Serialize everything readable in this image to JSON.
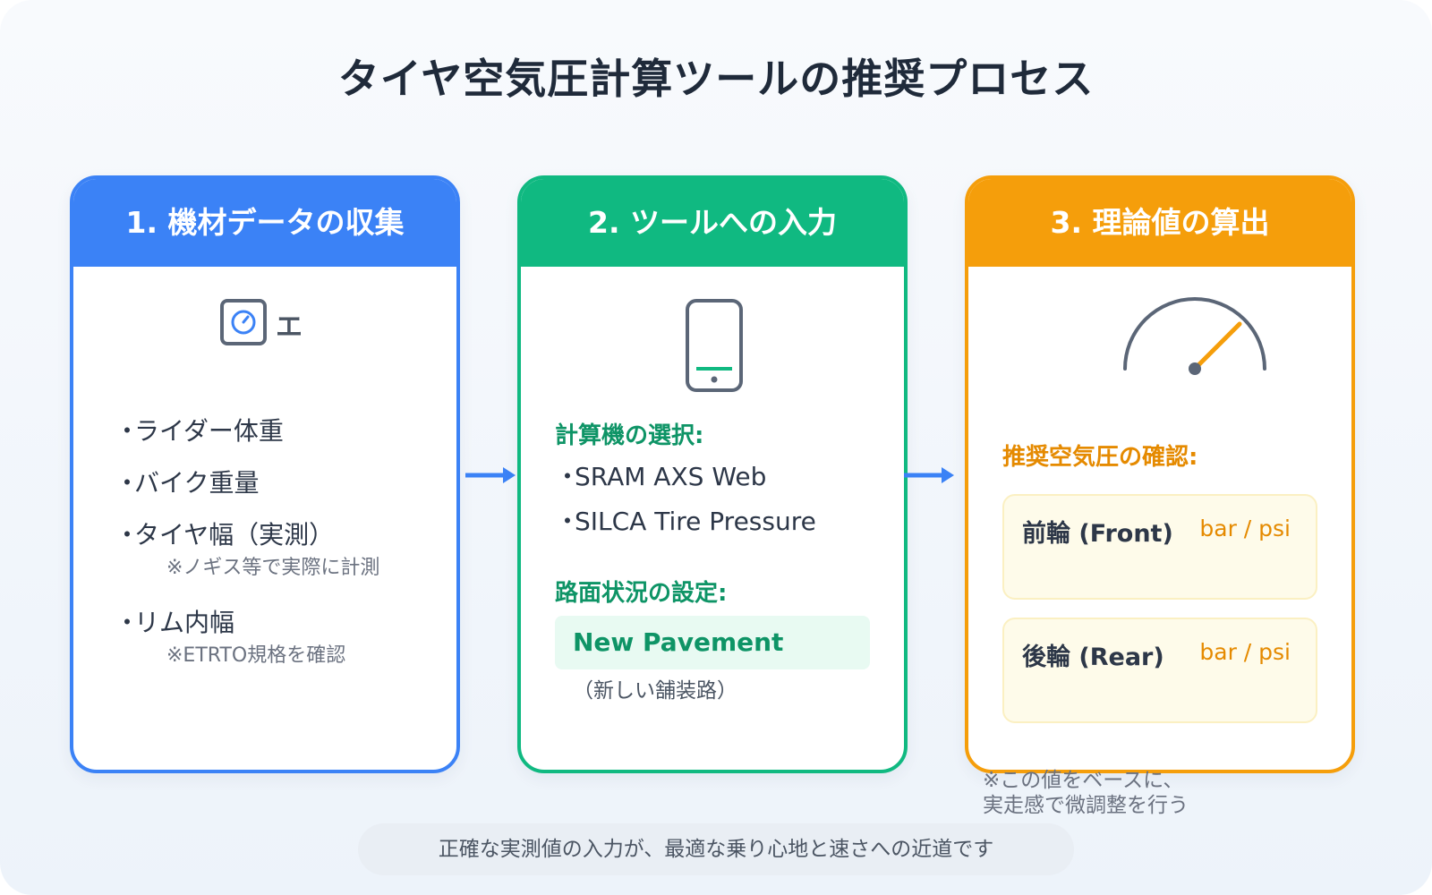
{
  "title": "タイヤ空気圧計算ツールの推奨プロセス",
  "colors": {
    "step1": "#3b82f6",
    "step2": "#10b981",
    "step3": "#f59e0b"
  },
  "step1": {
    "header": "1. 機材データの収集",
    "icon": "scale-icon",
    "icon_label": "エ",
    "items": [
      {
        "bullet": "・",
        "text": "ライダー体重"
      },
      {
        "bullet": "・",
        "text": "バイク重量"
      },
      {
        "bullet": "・",
        "text": "タイヤ幅（実測）",
        "note": "※ノギス等で実際に計測"
      },
      {
        "bullet": "・",
        "text": "リム内幅",
        "note": "※ETRTO規格を確認"
      }
    ]
  },
  "step2": {
    "header": "2. ツールへの入力",
    "icon": "smartphone-icon",
    "calc_title": "計算機の選択:",
    "calculators": [
      {
        "bullet": "・",
        "text": "SRAM AXS Web"
      },
      {
        "bullet": "・",
        "text": "SILCA Tire Pressure"
      }
    ],
    "surface_title": "路面状況の設定:",
    "surface_value": "New Pavement",
    "surface_note": "（新しい舗装路）"
  },
  "step3": {
    "header": "3. 理論値の算出",
    "icon": "gauge-icon",
    "confirm_title": "推奨空気圧の確認:",
    "front_label": "前輪 (Front)",
    "front_unit": "bar / psi",
    "rear_label": "後輪 (Rear)",
    "rear_unit": "bar / psi",
    "note_line1": "※この値をベースに、",
    "note_line2": "実走感で微調整を行う"
  },
  "footer": "正確な実測値の入力が、最適な乗り心地と速さへの近道です"
}
